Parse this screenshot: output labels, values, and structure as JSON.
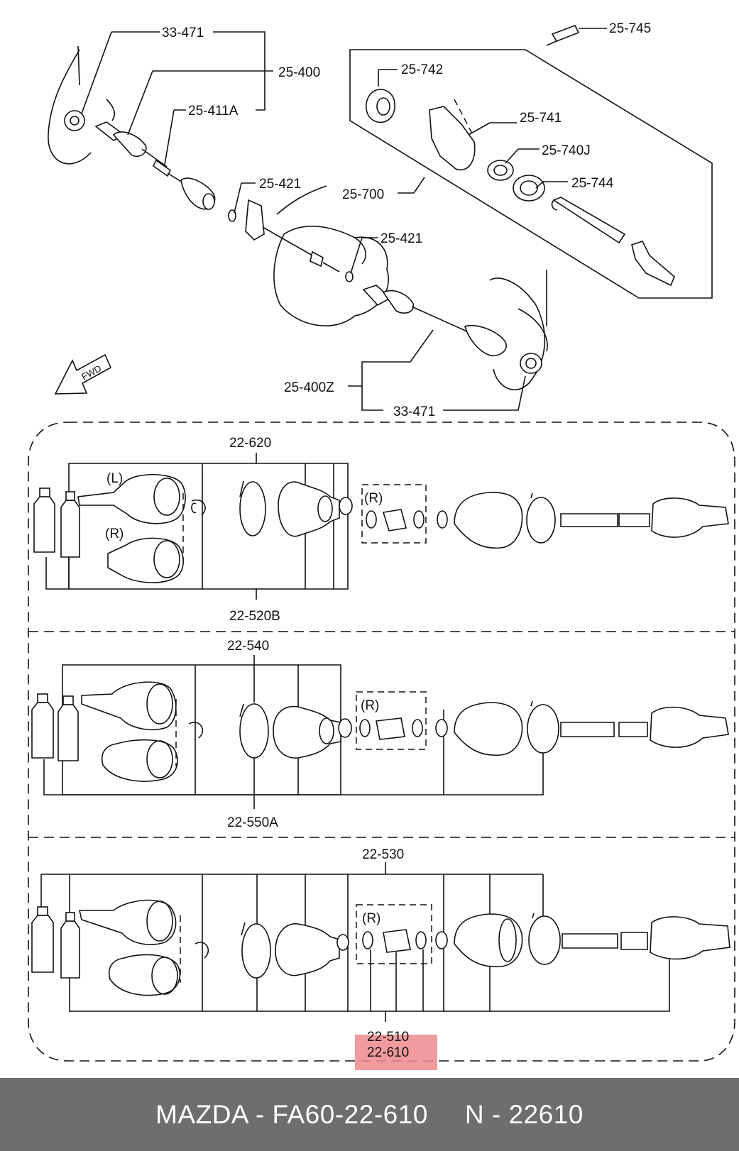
{
  "diagram": {
    "callouts": {
      "c_33_471_top": "33-471",
      "c_25_400": "25-400",
      "c_25_411a": "25-411A",
      "c_25_421_a": "25-421",
      "c_25_421_b": "25-421",
      "c_25_700": "25-700",
      "c_25_742": "25-742",
      "c_25_741": "25-741",
      "c_25_740j": "25-740J",
      "c_25_744": "25-744",
      "c_25_745": "25-745",
      "c_25_400z": "25-400Z",
      "c_33_471_bot": "33-471",
      "c_22_620": "22-620",
      "c_22_520b": "22-520B",
      "c_22_540": "22-540",
      "c_22_550a": "22-550A",
      "c_22_530": "22-530",
      "c_22_510": "22-510",
      "c_22_610": "22-610"
    },
    "side_labels": {
      "left": "(L)",
      "right1": "(R)",
      "r_group1": "(R)",
      "r_group2": "(R)",
      "r_group3": "(R)"
    },
    "direction_label": "FWD",
    "highlight_color": "#f08a8e"
  },
  "footer": {
    "brand_part": "MAZDA - FA60-22-610",
    "alt_part": "N - 22610"
  }
}
